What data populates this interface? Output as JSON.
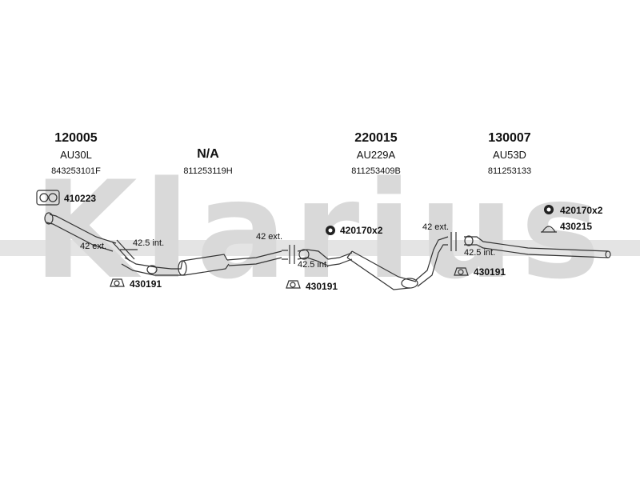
{
  "watermark": {
    "text": "Klarius"
  },
  "sections": [
    {
      "code": "120005",
      "model": "AU30L",
      "oem": "843253101F"
    },
    {
      "code": "N/A",
      "model": "",
      "oem": "811253119H"
    },
    {
      "code": "220015",
      "model": "AU229A",
      "oem": "811253409B"
    },
    {
      "code": "130007",
      "model": "AU53D",
      "oem": "811253133"
    }
  ],
  "fittings": [
    {
      "part": "410223"
    },
    {
      "part": "430191"
    },
    {
      "part": "430191"
    },
    {
      "part": "420170x2"
    },
    {
      "part": "430191"
    },
    {
      "part": "420170x2"
    },
    {
      "part": "430215"
    }
  ],
  "joints": [
    {
      "ext": "42 ext.",
      "int": "42.5 int."
    },
    {
      "ext": "42 ext.",
      "int": "42.5 int."
    },
    {
      "ext": "42 ext.",
      "int": "42.5 int."
    }
  ]
}
